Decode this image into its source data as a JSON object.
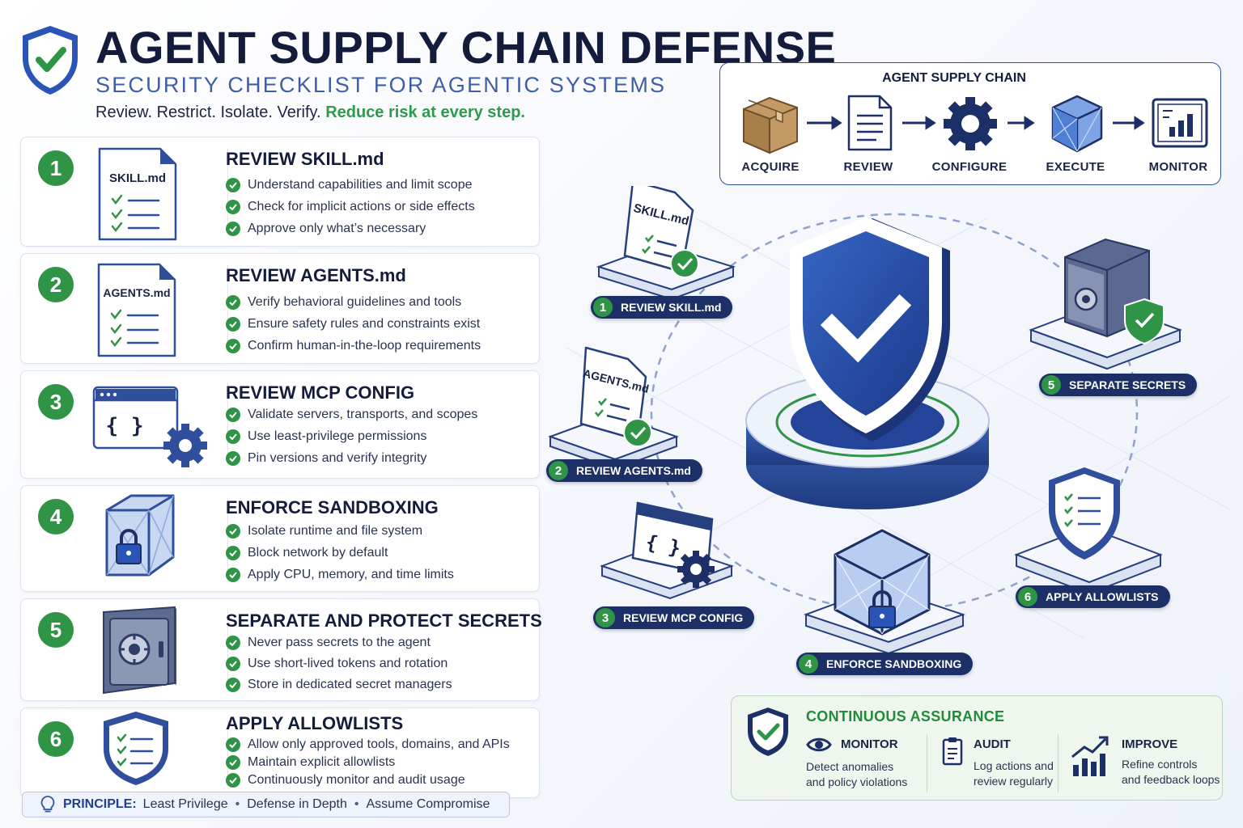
{
  "header": {
    "title": "AGENT SUPPLY CHAIN DEFENSE",
    "subtitle": "SECURITY CHECKLIST FOR AGENTIC SYSTEMS",
    "tagline": "Review. Restrict. Isolate. Verify.",
    "tagline_accent": "Reduce risk at every step."
  },
  "checklist": [
    {
      "number": "1",
      "title": "REVIEW SKILL.md",
      "doc_label": "SKILL.md",
      "items": [
        "Understand capabilities and limit scope",
        "Check for implicit actions or side effects",
        "Approve only what’s necessary"
      ]
    },
    {
      "number": "2",
      "title": "REVIEW AGENTS.md",
      "doc_label": "AGENTS.md",
      "items": [
        "Verify behavioral guidelines and tools",
        "Ensure safety rules and constraints exist",
        "Confirm human-in-the-loop requirements"
      ]
    },
    {
      "number": "3",
      "title": "REVIEW MCP CONFIG",
      "code_label": "{ }",
      "items": [
        "Validate servers, transports, and scopes",
        "Use least-privilege permissions",
        "Pin versions and verify integrity"
      ]
    },
    {
      "number": "4",
      "title": "ENFORCE SANDBOXING",
      "items": [
        "Isolate runtime and file system",
        "Block network by default",
        "Apply CPU, memory, and time limits"
      ]
    },
    {
      "number": "5",
      "title": "SEPARATE AND PROTECT SECRETS",
      "items": [
        "Never pass secrets to the agent",
        "Use short-lived tokens and rotation",
        "Store in dedicated secret managers"
      ]
    },
    {
      "number": "6",
      "title": "APPLY ALLOWLISTS",
      "items": [
        "Allow only approved tools, domains, and APIs",
        "Maintain explicit allowlists",
        "Continuously monitor and audit usage"
      ]
    }
  ],
  "principle": {
    "label": "PRINCIPLE:",
    "values": [
      "Least Privilege",
      "Defense in Depth",
      "Assume Compromise"
    ],
    "separator": "•"
  },
  "supply_chain": {
    "title": "AGENT SUPPLY CHAIN",
    "stages": [
      {
        "label": "ACQUIRE",
        "icon": "package-icon"
      },
      {
        "label": "REVIEW",
        "icon": "document-icon"
      },
      {
        "label": "CONFIGURE",
        "icon": "gear-icon"
      },
      {
        "label": "EXECUTE",
        "icon": "cube-icon"
      },
      {
        "label": "MONITOR",
        "icon": "dashboard-icon"
      }
    ]
  },
  "diagram_nodes": [
    {
      "number": "1",
      "label": "REVIEW SKILL.md",
      "doc_label": "SKILL.md"
    },
    {
      "number": "2",
      "label": "REVIEW AGENTS.md",
      "doc_label": "AGENTS.md"
    },
    {
      "number": "3",
      "label": "REVIEW MCP CONFIG",
      "code_label": "{ }"
    },
    {
      "number": "4",
      "label": "ENFORCE SANDBOXING"
    },
    {
      "number": "5",
      "label": "SEPARATE SECRETS"
    },
    {
      "number": "6",
      "label": "APPLY ALLOWLISTS"
    }
  ],
  "assurance": {
    "title": "CONTINUOUS ASSURANCE",
    "items": [
      {
        "title": "MONITOR",
        "line1": "Detect anomalies",
        "line2": "and policy violations",
        "icon": "eye-icon"
      },
      {
        "title": "AUDIT",
        "line1": "Log actions and",
        "line2": "review regularly",
        "icon": "clipboard-icon"
      },
      {
        "title": "IMPROVE",
        "line1": "Refine controls",
        "line2": "and feedback loops",
        "icon": "growth-chart-icon"
      }
    ]
  },
  "colors": {
    "navy": "#1c2f66",
    "blue": "#2f55a8",
    "green": "#2f9446",
    "text": "#131c3a"
  }
}
